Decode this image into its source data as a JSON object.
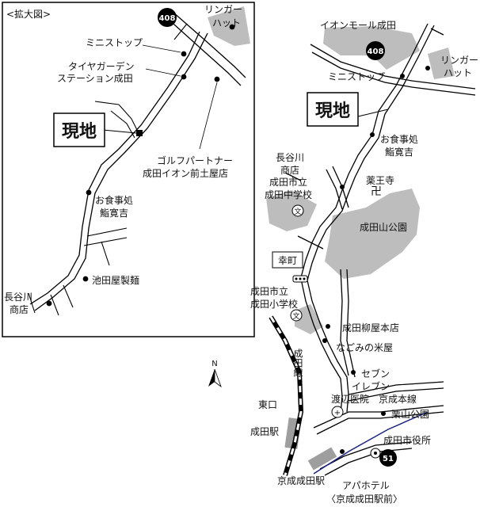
{
  "inset": {
    "title": "<拡大図>",
    "labels": {
      "ringer_hut_1": "リンガー",
      "ringer_hut_2": "ハット",
      "ministop": "ミニストップ",
      "tire_garden_1": "タイヤガーデン",
      "tire_garden_2": "ステーション成田",
      "genchi": "現地",
      "golf_partner_1": "ゴルフパートナー",
      "golf_partner_2": "成田イオン前土屋店",
      "oshokuji_1": "お食事処",
      "oshokuji_2": "鮨寛吉",
      "ikedaya": "池田屋製麺",
      "hasegawa_1": "長谷川",
      "hasegawa_2": "商店",
      "route": "408"
    }
  },
  "main": {
    "labels": {
      "aeon_mall": "イオンモール成田",
      "ringer_hut_1": "リンガー",
      "ringer_hut_2": "ハット",
      "ministop": "ミニストップ",
      "genchi": "現地",
      "oshokuji_1": "お食事処",
      "oshokuji_2": "鮨寛吉",
      "hasegawa_1": "長谷川",
      "hasegawa_2": "商店",
      "yakuoji": "薬王寺",
      "junior_high_1": "成田市立",
      "junior_high_2": "成田中学校",
      "naritasan_park": "成田山公園",
      "saiwaicho": "幸町",
      "elementary_1": "成田市立",
      "elementary_2": "成田小学校",
      "yanagiya": "成田柳屋本店",
      "nagomi": "なごみの米屋",
      "seven_1": "セブン",
      "seven_2": "イレブン",
      "narita_line": "成田線",
      "north": "N",
      "higashiguchi": "東口",
      "watanabe": "渡辺医院",
      "keisei_line": "京成本線",
      "kuriyama": "栗山公園",
      "narita_station": "成田駅",
      "city_hall": "成田市役所",
      "keisei_narita": "京成成田駅",
      "apa_1": "アパホテル",
      "apa_2": "〈京成成田駅前〉",
      "route408": "408",
      "route51": "51"
    }
  }
}
